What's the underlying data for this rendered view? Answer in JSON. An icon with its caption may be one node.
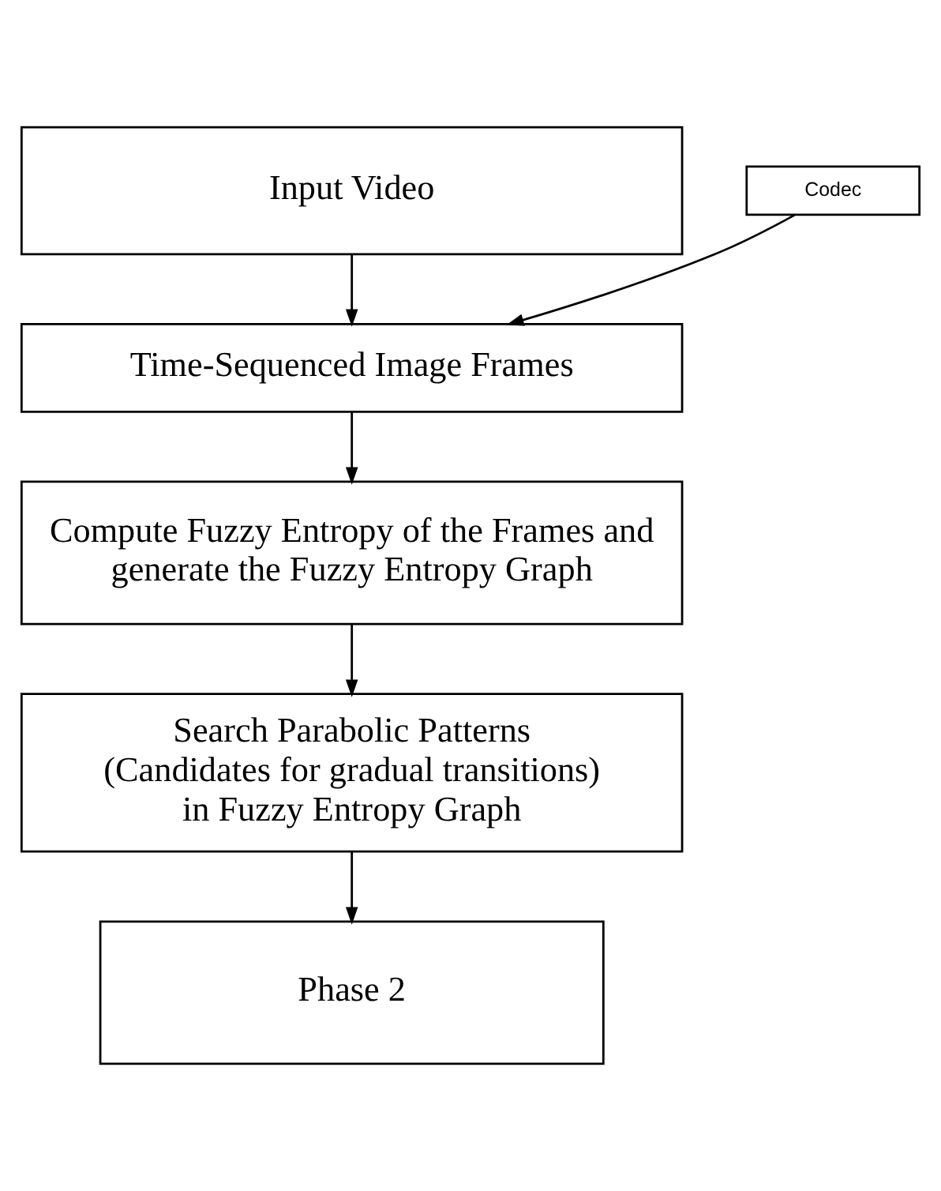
{
  "diagram": {
    "nodes": [
      {
        "text": [
          "Input Video"
        ]
      },
      {
        "text": [
          "Codec"
        ]
      },
      {
        "text": [
          "Time-Sequenced Image Frames"
        ]
      },
      {
        "text": [
          "Compute Fuzzy Entropy of the Frames and generate the Fuzzy Entropy Graph"
        ]
      },
      {
        "text": [
          "Search Parabolic Patterns (Candidates for gradual transitions) in Fuzzy Entropy Graph"
        ]
      },
      {
        "text": [
          "Phase 2"
        ]
      }
    ],
    "edges": [
      {
        "from": 0,
        "to": 2,
        "arrow": "to"
      },
      {
        "from": 1,
        "to": 2,
        "arrow": "to"
      },
      {
        "from": 2,
        "to": 3,
        "arrow": "to"
      },
      {
        "from": 3,
        "to": 4,
        "arrow": "to"
      },
      {
        "from": 4,
        "to": 5,
        "arrow": "to"
      }
    ]
  }
}
